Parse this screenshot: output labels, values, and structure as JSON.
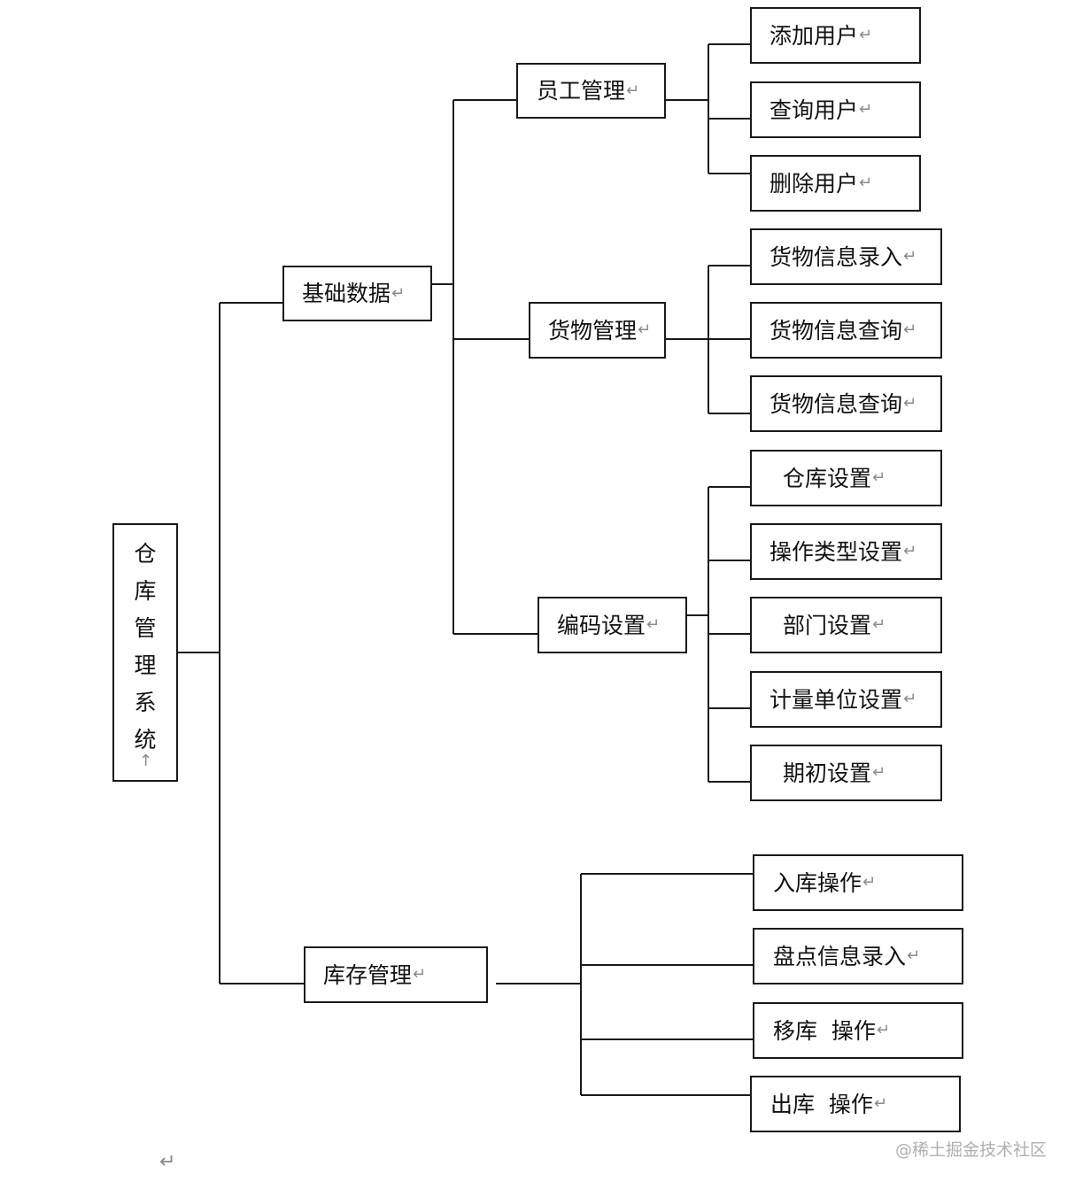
{
  "return_mark": "↵",
  "root": {
    "label": "仓库管理系统",
    "end_mark": "↑"
  },
  "branches": [
    {
      "label": "基础数据",
      "children": [
        {
          "label": "员工管理",
          "children": [
            "添加用户",
            "查询用户",
            "删除用户"
          ]
        },
        {
          "label": "货物管理",
          "children": [
            "货物信息录入",
            "货物信息查询",
            "货物信息查询"
          ]
        },
        {
          "label": "编码设置",
          "children": [
            "仓库设置",
            "操作类型设置",
            "部门设置",
            "计量单位设置",
            "期初设置"
          ]
        }
      ]
    },
    {
      "label": "库存管理",
      "children": [
        "入库操作",
        "盘点信息录入",
        "移库  操作",
        "出库  操作"
      ]
    }
  ],
  "watermark": "@稀土掘金技术社区"
}
